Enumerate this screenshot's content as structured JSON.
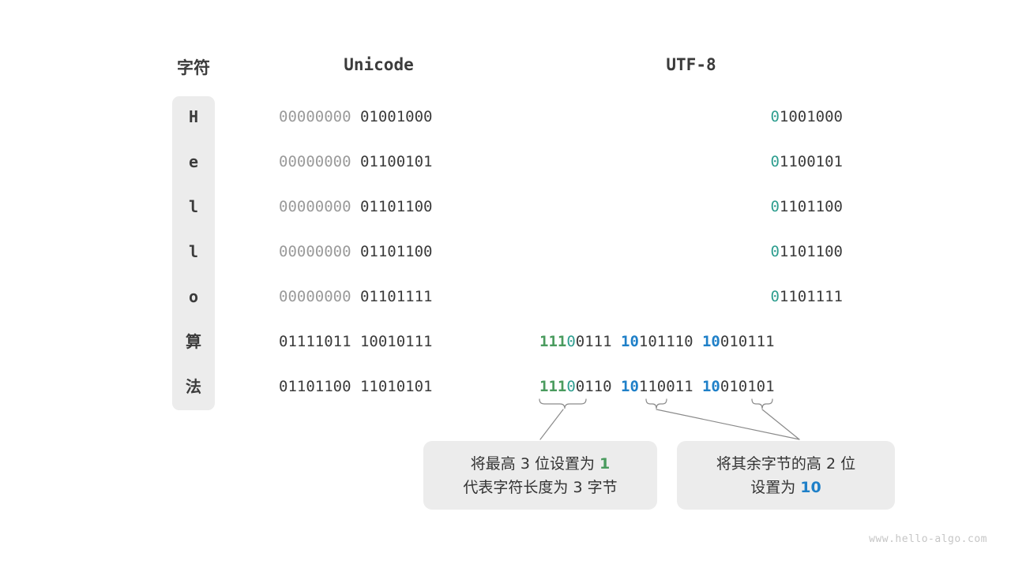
{
  "headers": {
    "char": "字符",
    "unicode": "Unicode",
    "utf8": "UTF-8"
  },
  "rows": [
    {
      "char": "H",
      "unicode_high": "00000000 ",
      "unicode_low": "01001000",
      "utf8_kind": "ascii",
      "utf8_lead": "0",
      "utf8_rest": "1001000"
    },
    {
      "char": "e",
      "unicode_high": "00000000 ",
      "unicode_low": "01100101",
      "utf8_kind": "ascii",
      "utf8_lead": "0",
      "utf8_rest": "1100101"
    },
    {
      "char": "l",
      "unicode_high": "00000000 ",
      "unicode_low": "01101100",
      "utf8_kind": "ascii",
      "utf8_lead": "0",
      "utf8_rest": "1101100"
    },
    {
      "char": "l",
      "unicode_high": "00000000 ",
      "unicode_low": "01101100",
      "utf8_kind": "ascii",
      "utf8_lead": "0",
      "utf8_rest": "1101100"
    },
    {
      "char": "o",
      "unicode_high": "00000000 ",
      "unicode_low": "01101111",
      "utf8_kind": "ascii",
      "utf8_lead": "0",
      "utf8_rest": "1101111"
    },
    {
      "char": "算",
      "unicode_high": "01111011 ",
      "unicode_low": "10010111",
      "utf8_kind": "multi",
      "b1_prefix": "111",
      "b1_teal": "0",
      "b1_rest": "0111",
      "sep1": " ",
      "b2_prefix": "10",
      "b2_rest": "101110",
      "sep2": " ",
      "b3_prefix": "10",
      "b3_rest": "010111"
    },
    {
      "char": "法",
      "unicode_high": "01101100 ",
      "unicode_low": "11010101",
      "utf8_kind": "multi",
      "b1_prefix": "111",
      "b1_teal": "0",
      "b1_rest": "0110",
      "sep1": " ",
      "b2_prefix": "10",
      "b2_rest": "110011",
      "sep2": " ",
      "b3_prefix": "10",
      "b3_rest": "010101"
    }
  ],
  "callouts": {
    "first": {
      "line1_a": "将最高 ",
      "line1_num": "3",
      "line1_b": " 位设置为 ",
      "line1_hl": "1",
      "line2": "代表字符长度为 3 字节"
    },
    "second": {
      "line1": "将其余字节的高 2 位",
      "line2_a": "设置为 ",
      "line2_hl": "10"
    }
  },
  "watermark": "www.hello-algo.com",
  "colors": {
    "green": "#4a9b5e",
    "teal": "#2e9e8f",
    "blue": "#1f80c8",
    "dark": "#3b3b3b",
    "dim": "#9a9a9a",
    "panel": "#ececec",
    "watermark": "#c6c6c6"
  }
}
